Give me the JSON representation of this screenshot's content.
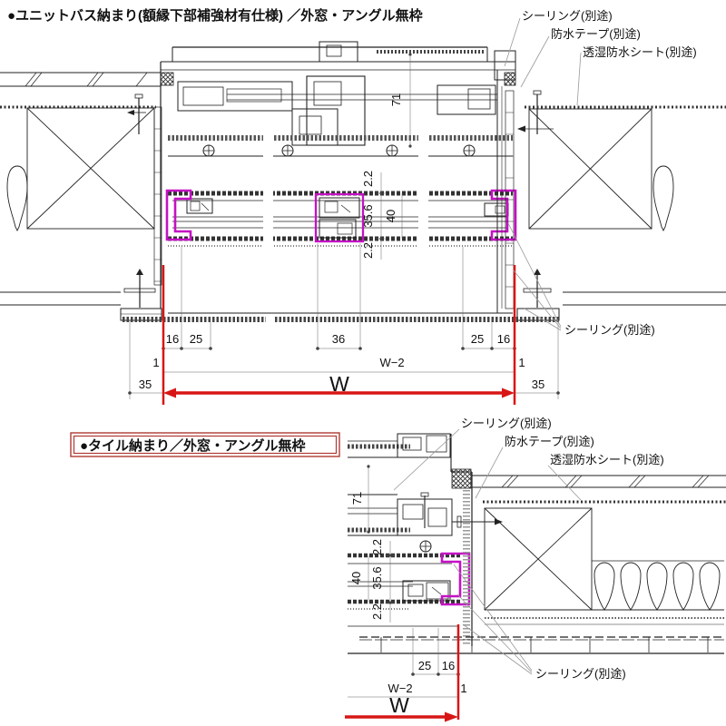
{
  "colors": {
    "highlight_magenta": "#c511c5",
    "dimension_red": "#d81616",
    "title_box_red": "#b03a34",
    "line_black": "#1a1a1a"
  },
  "top_diagram": {
    "title": "●ユニットバス納まり(額縁下部補強材有仕様) ／外窓・アングル無枠",
    "callouts": {
      "sealing": "シーリング(別途)",
      "waterproof_tape": "防水テープ(別途)",
      "breathable_waterproof_sheet": "透湿防水シート(別途)",
      "sealing_bottom": "シーリング(別途)"
    },
    "dims": {
      "frame_depth": "71",
      "lip_top": "2.2",
      "groove": "35.6",
      "overall": "40",
      "lip_bottom": "2.2",
      "left_16": "16",
      "left_25": "25",
      "center_36": "36",
      "right_25": "25",
      "right_16": "16",
      "left_1": "1",
      "w_minus_2": "W−2",
      "right_1": "1",
      "left_35": "35",
      "w": "W",
      "right_35": "35"
    }
  },
  "bottom_diagram": {
    "title": "●タイル納まり／外窓・アングル無枠",
    "callouts": {
      "sealing": "シーリング(別途)",
      "waterproof_tape": "防水テープ(別途)",
      "breathable_waterproof_sheet": "透湿防水シート(別途)",
      "sealing_bottom": "シーリング(別途)"
    },
    "dims": {
      "frame_depth": "71",
      "lip_top": "2.2",
      "groove": "35.6",
      "overall": "40",
      "lip_bottom": "2.2",
      "d25": "25",
      "d16": "16",
      "w_minus_2": "W−2",
      "d1": "1",
      "w": "W"
    }
  }
}
